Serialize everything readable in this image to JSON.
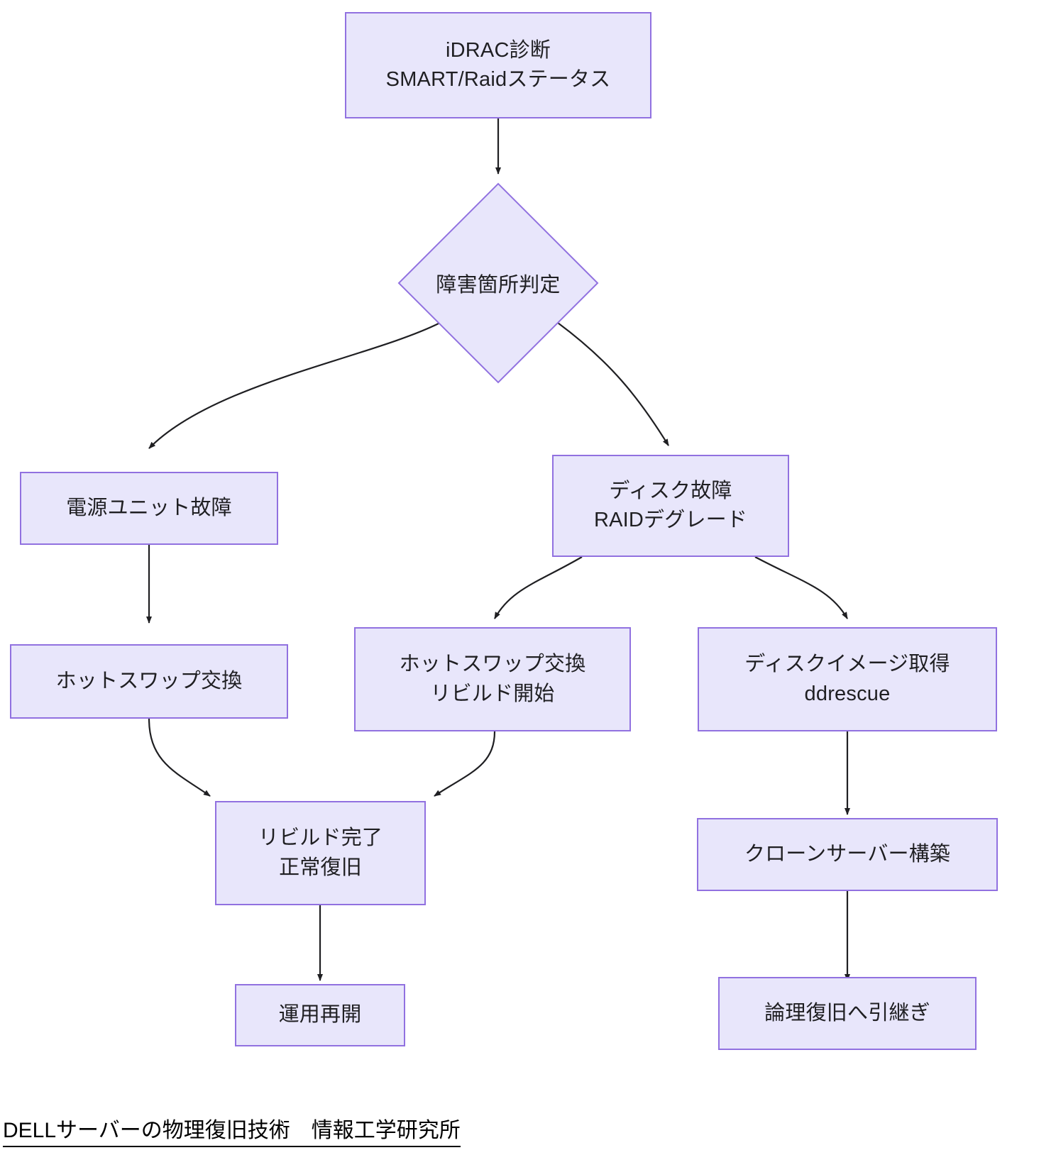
{
  "diagram": {
    "type": "flowchart",
    "title": "DELLサーバーの物理復旧技術　情報工学研究所",
    "colors": {
      "node_fill": "#e8e6fb",
      "node_border": "#9171e0",
      "edge_stroke": "#1f1f22",
      "text": "#1f1f22"
    },
    "nodes": {
      "idrac": {
        "line1": "iDRAC診断",
        "line2": "SMART/Raidステータス"
      },
      "decision": {
        "line1": "障害箇所判定"
      },
      "psu_fail": {
        "line1": "電源ユニット故障"
      },
      "disk_fail": {
        "line1": "ディスク故障",
        "line2": "RAIDデグレード"
      },
      "hotswap_left": {
        "line1": "ホットスワップ交換"
      },
      "hotswap_mid": {
        "line1": "ホットスワップ交換",
        "line2": "リビルド開始"
      },
      "disk_image": {
        "line1": "ディスクイメージ取得",
        "line2": "ddrescue"
      },
      "rebuild_done": {
        "line1": "リビルド完了",
        "line2": "正常復旧"
      },
      "clone_server": {
        "line1": "クローンサーバー構築"
      },
      "resume_ops": {
        "line1": "運用再開"
      },
      "logical_handoff": {
        "line1": "論理復旧へ引継ぎ"
      }
    },
    "edges": [
      {
        "from": "idrac",
        "to": "decision"
      },
      {
        "from": "decision",
        "to": "psu_fail"
      },
      {
        "from": "decision",
        "to": "disk_fail"
      },
      {
        "from": "psu_fail",
        "to": "hotswap_left"
      },
      {
        "from": "disk_fail",
        "to": "hotswap_mid"
      },
      {
        "from": "disk_fail",
        "to": "disk_image"
      },
      {
        "from": "hotswap_left",
        "to": "rebuild_done"
      },
      {
        "from": "hotswap_mid",
        "to": "rebuild_done"
      },
      {
        "from": "disk_image",
        "to": "clone_server"
      },
      {
        "from": "rebuild_done",
        "to": "resume_ops"
      },
      {
        "from": "clone_server",
        "to": "logical_handoff"
      }
    ]
  }
}
